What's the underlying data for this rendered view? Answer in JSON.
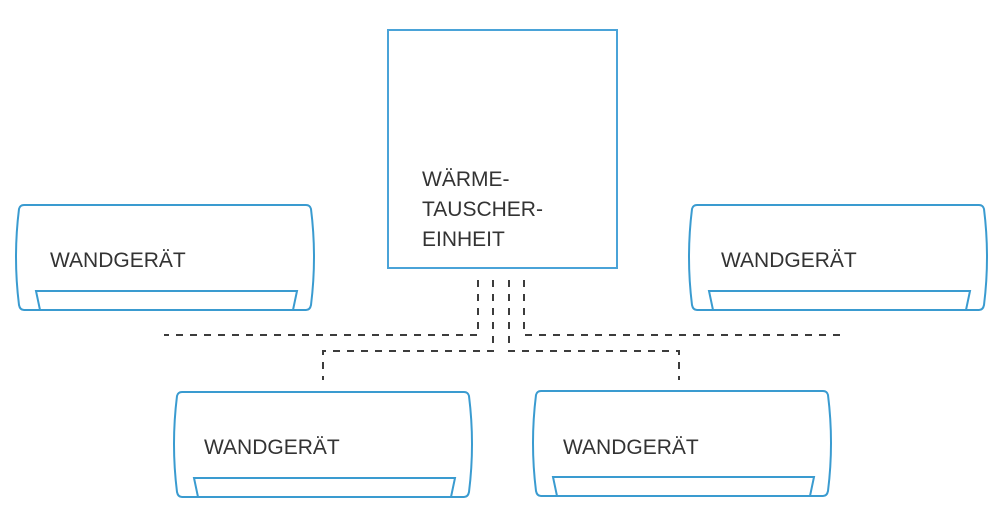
{
  "diagram": {
    "type": "system-schematic",
    "colors": {
      "unit_stroke": "#3a9bd0",
      "pipe_stroke": "#3c3c3c",
      "text": "#333333",
      "background": "#ffffff"
    },
    "heat_exchanger": {
      "label_lines": [
        "WÄRME-",
        "TAUSCHER-",
        "EINHEIT"
      ]
    },
    "wall_units": [
      {
        "id": "upper-left",
        "label": "WANDGERÄT"
      },
      {
        "id": "upper-right",
        "label": "WANDGERÄT"
      },
      {
        "id": "lower-left",
        "label": "WANDGERÄT"
      },
      {
        "id": "lower-right",
        "label": "WANDGERÄT"
      }
    ],
    "connections": [
      {
        "from": "heat_exchanger",
        "to": "upper-left",
        "style": "dashed"
      },
      {
        "from": "heat_exchanger",
        "to": "upper-right",
        "style": "dashed"
      },
      {
        "from": "heat_exchanger",
        "to": "lower-left",
        "style": "dashed"
      },
      {
        "from": "heat_exchanger",
        "to": "lower-right",
        "style": "dashed"
      }
    ]
  }
}
